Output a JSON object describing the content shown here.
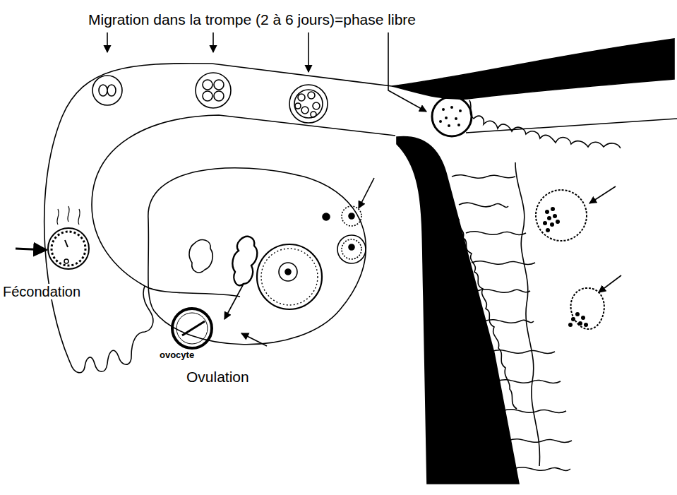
{
  "diagram": {
    "title": "Migration dans la trompe (2 à 6 jours)=phase libre",
    "labels": [
      "Fécondation",
      "ovocyte",
      "Ovulation"
    ]
  }
}
